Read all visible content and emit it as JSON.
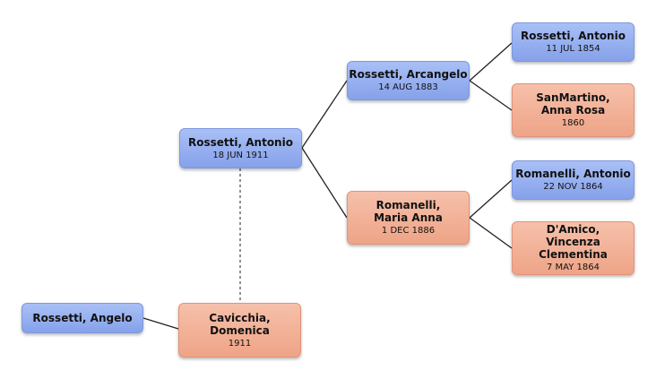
{
  "persons": {
    "antonio_1911": {
      "name": "Rossetti, Antonio",
      "date": "18 JUN 1911",
      "sex": "male"
    },
    "arcangelo": {
      "name": "Rossetti, Arcangelo",
      "date": "14 AUG 1883",
      "sex": "male"
    },
    "maria_anna": {
      "name": "Romanelli, Maria Anna",
      "date": "1 DEC 1886",
      "sex": "female"
    },
    "antonio_1854": {
      "name": "Rossetti, Antonio",
      "date": "11 JUL 1854",
      "sex": "male"
    },
    "anna_rosa": {
      "name": "SanMartino, Anna Rosa",
      "date": "1860",
      "sex": "female"
    },
    "romanelli_antonio": {
      "name": "Romanelli, Antonio",
      "date": "22 NOV 1864",
      "sex": "male"
    },
    "vincenza": {
      "name": "D'Amico, Vincenza Clementina",
      "date": "7 MAY 1864",
      "sex": "female"
    },
    "angelo": {
      "name": "Rossetti, Angelo",
      "date": "",
      "sex": "male"
    },
    "domenica": {
      "name": "Cavicchia, Domenica",
      "date": "1911",
      "sex": "female"
    }
  },
  "colors": {
    "male_fill": "#96b0f0",
    "female_fill": "#f2b298",
    "connector": "#222222",
    "spouse_link": "#555555"
  }
}
